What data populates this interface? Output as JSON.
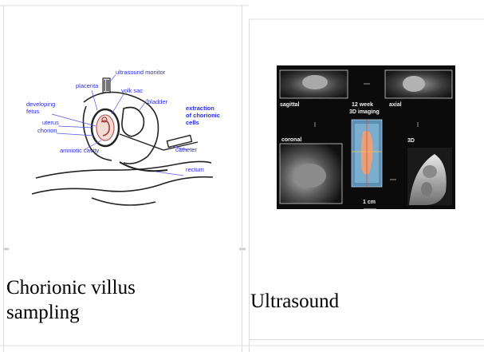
{
  "gallery": {
    "items": [
      {
        "caption": "Chorionic villus sampling",
        "caption_lines": [
          "Chorionic villus",
          "sampling"
        ],
        "image": {
          "icon": "cvs-diagram",
          "labels": {
            "ultrasound_monitor": "ultrasound monitor",
            "placenta": "placenta",
            "yolk_sac": "yolk sac",
            "bladder": "bladder",
            "developing_fetus_1": "developing",
            "developing_fetus_2": "fetus",
            "uterus": "uterus",
            "chorion": "chorion",
            "amniotic_cavity": "amniotic cavity",
            "catheter": "catheter",
            "rectum": "rectum",
            "extraction_1": "extraction",
            "extraction_2": "of chorionic",
            "extraction_3": "cells"
          }
        }
      },
      {
        "caption": "Ultrasound",
        "caption_lines": [
          "Ultrasound"
        ],
        "image": {
          "icon": "ultrasound-3d-collage",
          "labels": {
            "sagittal": "sagittal",
            "axial": "axial",
            "week_1": "12 week",
            "week_2": "3D imaging",
            "coronal": "coronal",
            "three_d": "3D",
            "scale": "1 cm"
          }
        }
      }
    ]
  },
  "colors": {
    "label_blue": "#2b2be0",
    "border_gray": "#d2d2d2"
  }
}
